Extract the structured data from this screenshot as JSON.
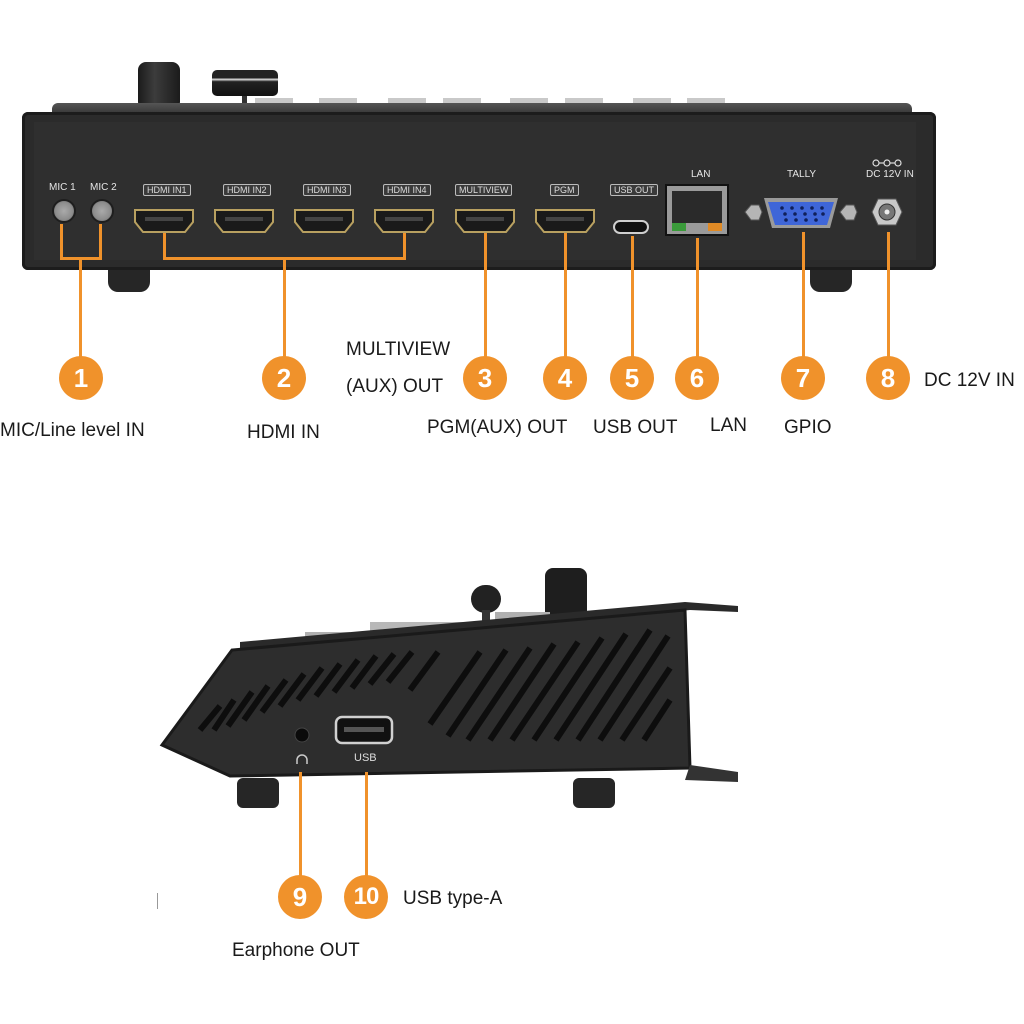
{
  "rear_panel": {
    "port_labels": {
      "mic1": "MIC 1",
      "mic2": "MIC 2",
      "hdmi_in1": "HDMI IN1",
      "hdmi_in2": "HDMI IN2",
      "hdmi_in3": "HDMI IN3",
      "hdmi_in4": "HDMI IN4",
      "multiview": "MULTIVIEW",
      "pgm": "PGM",
      "usb_out": "USB OUT",
      "lan": "LAN",
      "tally": "TALLY",
      "dc_in": "DC 12V IN"
    },
    "callouts": [
      {
        "number": "1",
        "label": "MIC/Line level IN"
      },
      {
        "number": "2",
        "label": "HDMI IN"
      },
      {
        "number": "3",
        "label_line1": "MULTIVIEW",
        "label_line2": "(AUX) OUT"
      },
      {
        "number": "4",
        "label": "PGM(AUX) OUT"
      },
      {
        "number": "5",
        "label": "USB OUT"
      },
      {
        "number": "6",
        "label": "LAN"
      },
      {
        "number": "7",
        "label": "GPIO"
      },
      {
        "number": "8",
        "label": "DC 12V IN"
      }
    ]
  },
  "side_panel": {
    "port_labels": {
      "usb": "USB",
      "headphone_symbol": "∩"
    },
    "callouts": [
      {
        "number": "9",
        "label": "Earphone OUT"
      },
      {
        "number": "10",
        "label": "USB type-A"
      }
    ]
  },
  "colors": {
    "accent": "#f0922b",
    "device_body": "#2b2b2b",
    "vga_blue": "#3f66d8",
    "lan_green": "#3a9b3a",
    "lan_orange": "#e08a25"
  }
}
